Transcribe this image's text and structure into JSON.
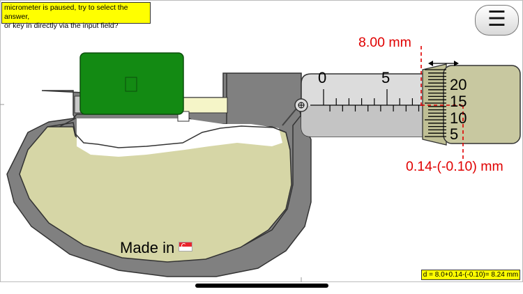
{
  "instruction": {
    "line1": "micrometer is paused, try to select the answer,",
    "line2": "or key in directly via the input field?"
  },
  "menu_button": {
    "label": "☰"
  },
  "sleeve_reading_label": "8.00 mm",
  "thimble_reading_label": "0.14-(-0.10) mm",
  "sleeve_scale_labels": [
    "0",
    "5"
  ],
  "thimble_scale_labels": [
    "20",
    "15",
    "10",
    "5"
  ],
  "frame_text": "Made in",
  "frame_flag_icon": "singapore-flag-icon",
  "result": "d = 8.0+0.14-(-0.10)= 8.24 mm",
  "colors": {
    "frame": "#808080",
    "frame_inner": "#d6d6a6",
    "lock": "#138a13",
    "spindle": "#f5f5c8",
    "thimble": "#c8c8a0",
    "highlight": "#ffff00",
    "annotation": "#e00000"
  }
}
